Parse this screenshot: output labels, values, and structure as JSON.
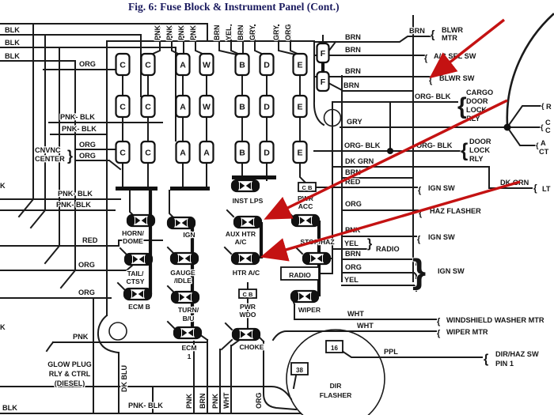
{
  "title": "Fig. 6: Fuse Block & Instrument Panel (Cont.)",
  "colors": {
    "arrow": "#c41212",
    "wire": "#1b1b1b",
    "title_text": "#1a1a5e"
  },
  "top_wire_labels": [
    "PNK",
    "PNK",
    "PNK",
    "PNK",
    "BRN",
    "YEL",
    "BRN",
    "GRY",
    "GRY",
    "ORG"
  ],
  "connector_letters": {
    "row1": [
      "C",
      "C",
      "A",
      "W",
      "B",
      "D",
      "E"
    ],
    "row2": [
      "C",
      "C",
      "A",
      "W",
      "B",
      "D",
      "E"
    ],
    "row3": [
      "C",
      "C",
      "A",
      "A",
      "B",
      "D",
      "E"
    ],
    "f_column": [
      "F",
      "F"
    ]
  },
  "fuse_labels": {
    "inst_lps": "INST LPS",
    "horn1": "HORN/",
    "horn2": "DOME",
    "ign": "IGN",
    "aux1": "AUX HTR",
    "aux2": "A/C",
    "tail1": "TAIL/",
    "tail2": "CTSY",
    "gauge1": "GAUGE",
    "gauge2": "/IDLE",
    "htr_ac": "HTR A/C",
    "ecm_b": "ECM B",
    "turn1": "TURN/",
    "turn2": "B/U",
    "ecm1a": "ECM",
    "ecm1b": "1",
    "stop_haz": "STOP/HAZ",
    "radio": "RADIO",
    "wiper": "WIPER",
    "pwr_acc1": "PWR",
    "pwr_acc2": "ACC",
    "pwr_wdo1": "PWR",
    "pwr_wdo2": "WDO",
    "choke": "CHOKE",
    "cb_acc": "C B",
    "cb_wdo": "C B",
    "dir1": "DIR",
    "dir2": "FLASHER",
    "n16": "16",
    "n38": "38"
  },
  "left_labels": {
    "blk1": "BLK",
    "blk2": "BLK",
    "blk3": "BLK",
    "org_top": "ORG",
    "pnk_blk1": "PNK- BLK",
    "pnk_blk2": "PNK- BLK",
    "cnvnc1": "CNVNC",
    "cnvnc2": "CENTER",
    "org_c1": "ORG",
    "org_c2": "ORG",
    "pnk_blk3": "PNK- BLK",
    "pnk_blk4": "PNK- BLK",
    "red": "RED",
    "org_tail": "ORG",
    "org_ecm": "ORG",
    "pnk_glow": "PNK",
    "glow1": "GLOW PLUG",
    "glow2": "RLY & CTRL",
    "glow3": "(DIESEL)",
    "dk_blu": "DK BLU",
    "blk_bot": "BLK",
    "pnk_blk_bot": "PNK- BLK",
    "cut_k1": "K",
    "cut_k2": "K"
  },
  "bottom_labels": {
    "pnk1": "PNK",
    "brn": "BRN",
    "pnk2": "PNK",
    "wht": "WHT",
    "org": "ORG"
  },
  "right_labels": {
    "brn1": "BRN",
    "brn2": "BRN",
    "blwr1": "BLWR",
    "blwr2": "MTR",
    "brn3": "BRN",
    "ac_sel": "A/C SEL SW",
    "brn4": "BRN",
    "blwr_sw": "BLWR SW",
    "brn5": "BRN",
    "org_blk_cargo": "ORG- BLK",
    "cargo1": "CARGO",
    "cargo2": "DOOR",
    "cargo3": "LOCK",
    "cargo4": "RLY",
    "gry": "GRY",
    "org_blk1": "ORG- BLK",
    "org_blk2": "ORG- BLK",
    "door1": "DOOR",
    "door2": "LOCK",
    "door3": "RLY",
    "dk_grn1": "DK GRN",
    "dk_grn2": "DK GRN",
    "lt": "LT",
    "brn_mid": "BRN",
    "red": "RED",
    "ign_sw1": "IGN SW",
    "org": "ORG",
    "haz_flasher": "HAZ FLASHER",
    "pnk": "PNK",
    "ign_sw2": "IGN SW",
    "yel": "YEL",
    "radio": "RADIO",
    "brn_ign": "BRN",
    "org_ign": "ORG",
    "yel_ign": "YEL",
    "ign_sw3": "IGN SW",
    "cut_r": "R",
    "cut_c1": "C",
    "cut_c2": "C",
    "cut_a": "A",
    "cut_ct": "CT",
    "wht1": "WHT",
    "windshield": "WINDSHIELD WASHER MTR",
    "wht2": "WHT",
    "wiper_mtr": "WIPER MTR",
    "ppl": "PPL",
    "dir_haz": "DIR/HAZ SW",
    "pin1": "PIN 1"
  },
  "symbols": {
    "open_brace": "{",
    "close_brace": "}"
  }
}
